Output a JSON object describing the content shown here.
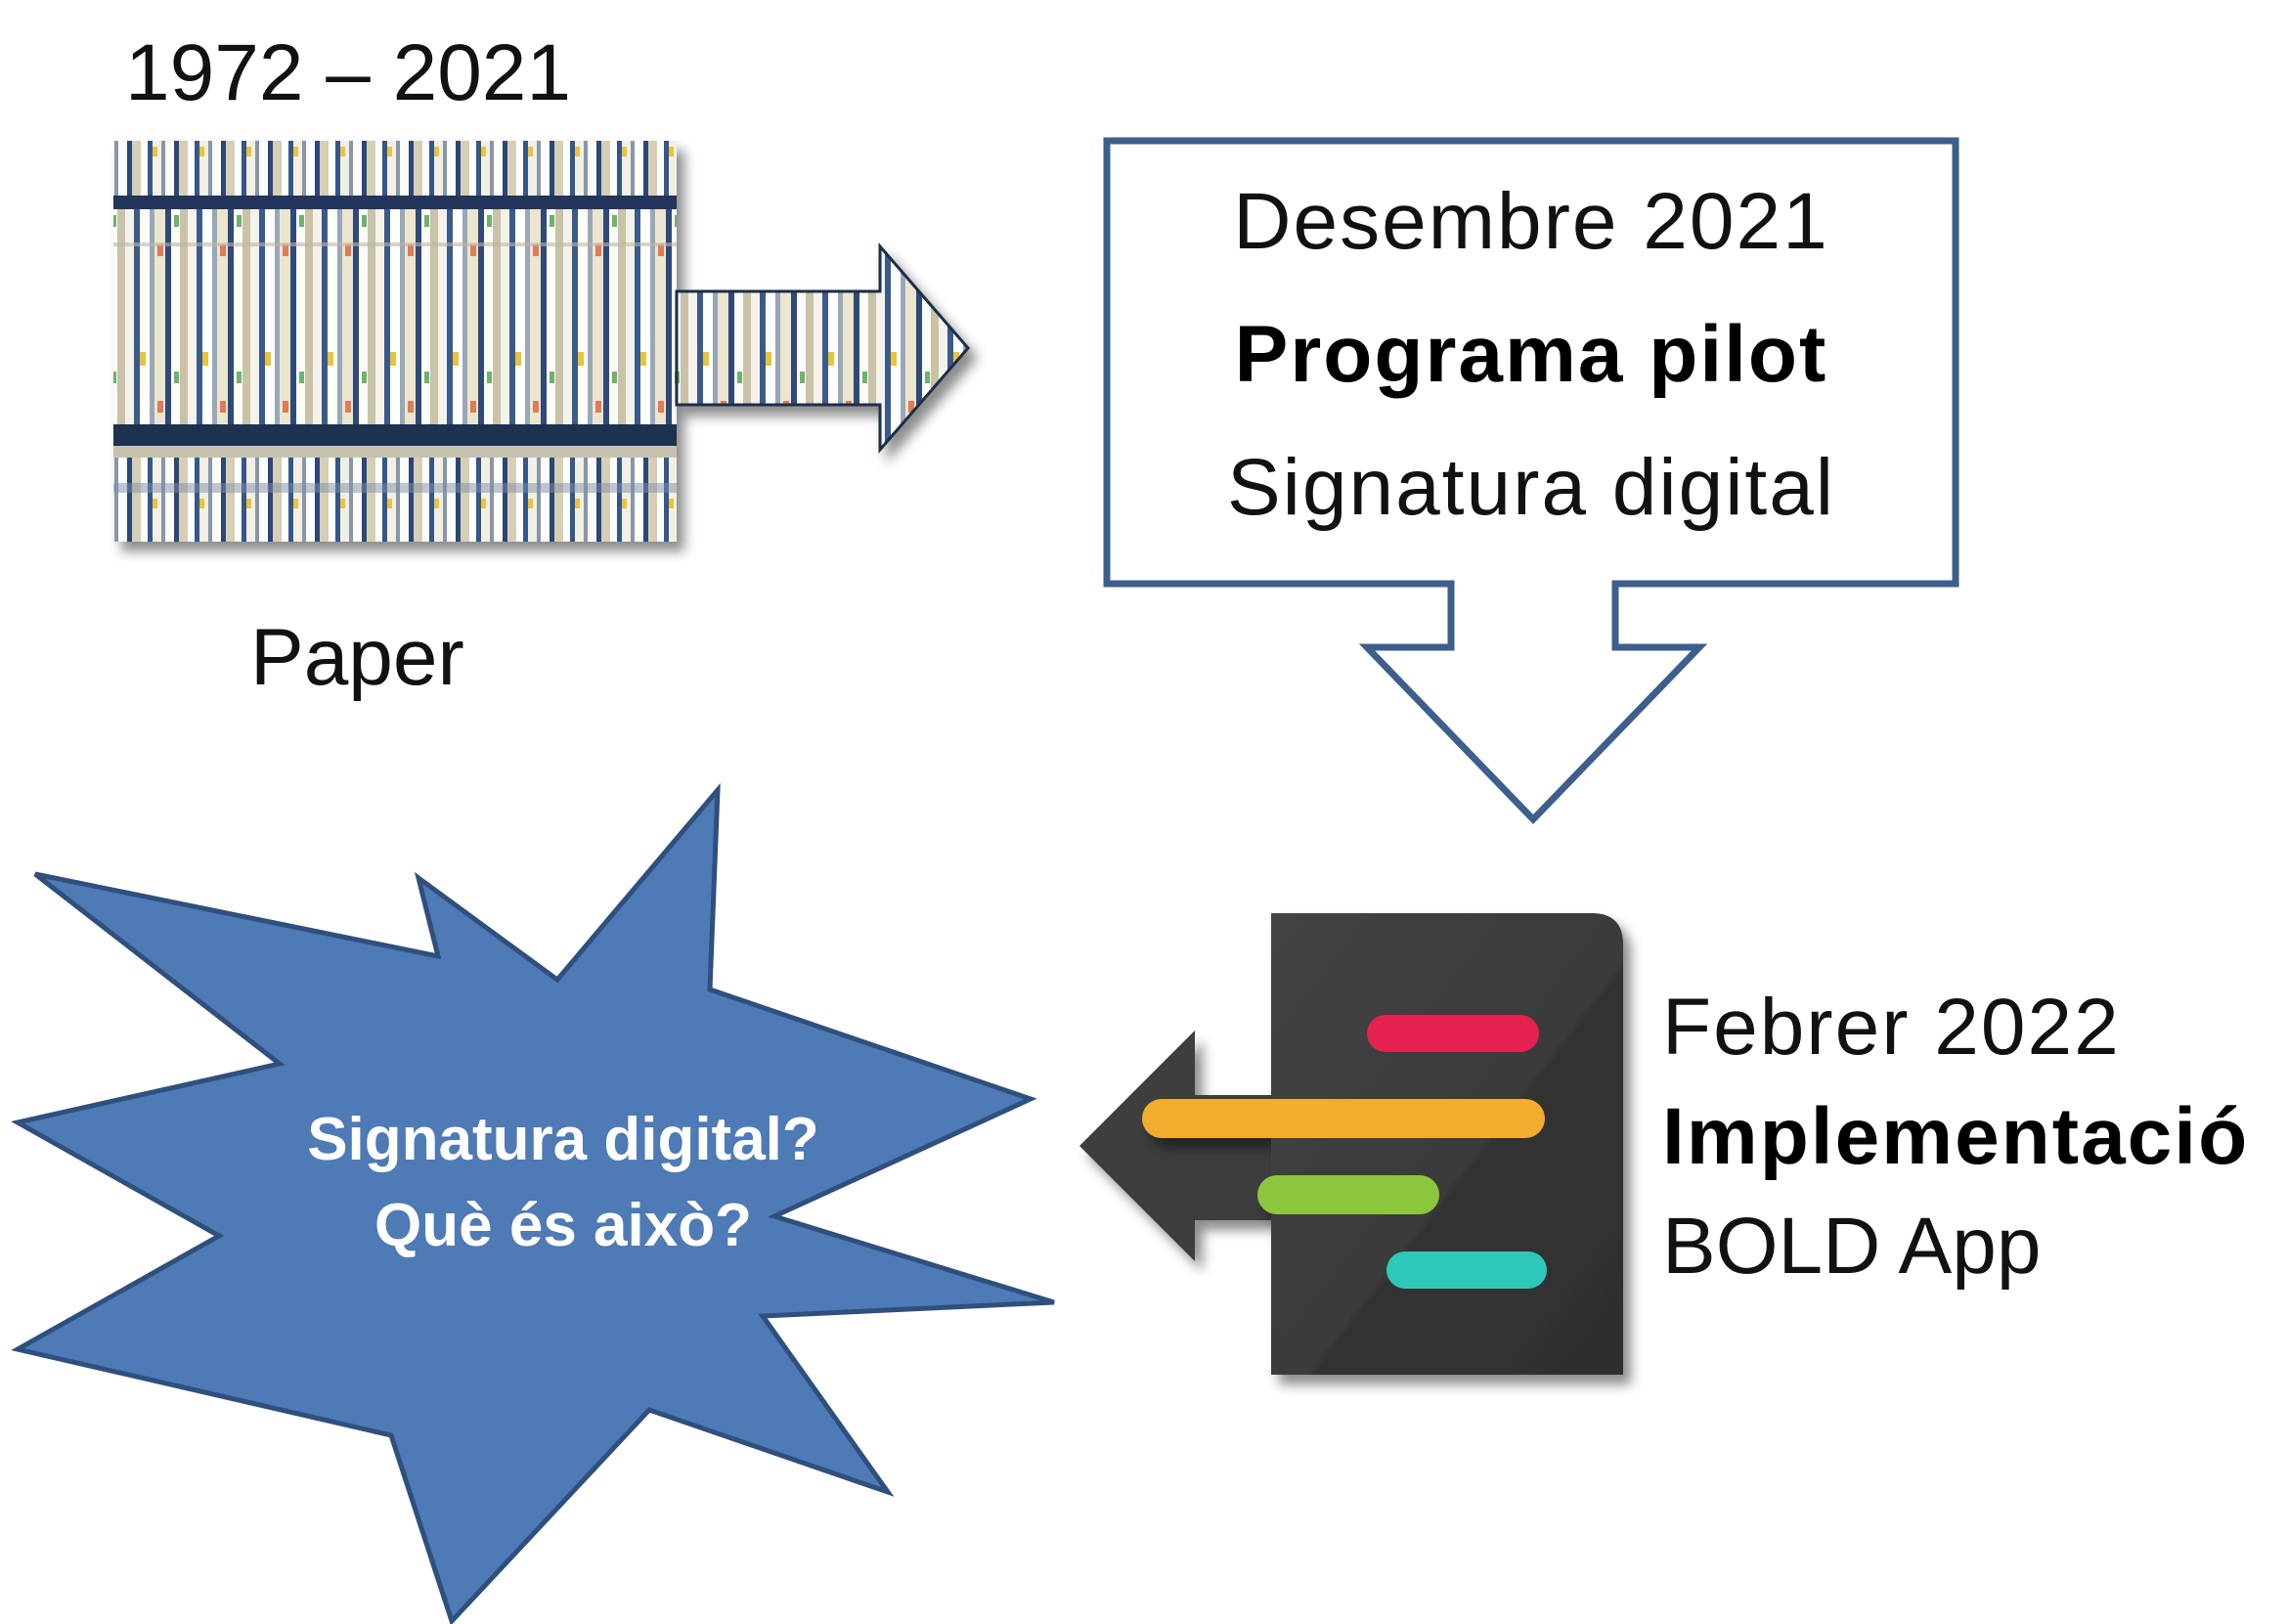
{
  "timeline": {
    "paper_period": "1972 – 2021",
    "paper_label": "Paper"
  },
  "pilot": {
    "date": "Desembre 2021",
    "title": "Programa pilot",
    "subtitle": "Signatura digital"
  },
  "implementation": {
    "date": "Febrer 2022",
    "title": "Implementació",
    "product": "BOLD App"
  },
  "question": {
    "line1": "Signatura digital?",
    "line2": "Què és això?"
  },
  "colors": {
    "callout_border": "#3d5f8c",
    "star_fill": "#4e7ab5",
    "star_stroke": "#2f4f7d",
    "app_body": "#3c3c3c",
    "bar_red": "#e5214f",
    "bar_orange": "#f3ac2e",
    "bar_green": "#8cc63e",
    "bar_teal": "#2ec8bb"
  },
  "icons": {
    "paper_files": "file-shelves-photo",
    "paper_arrow": "right-arrow-icon",
    "pilot_arrow": "down-arrow-icon",
    "app_logo": "bold-app-logo-icon",
    "app_arrow": "left-arrow-icon",
    "question_shape": "starburst-shape"
  }
}
